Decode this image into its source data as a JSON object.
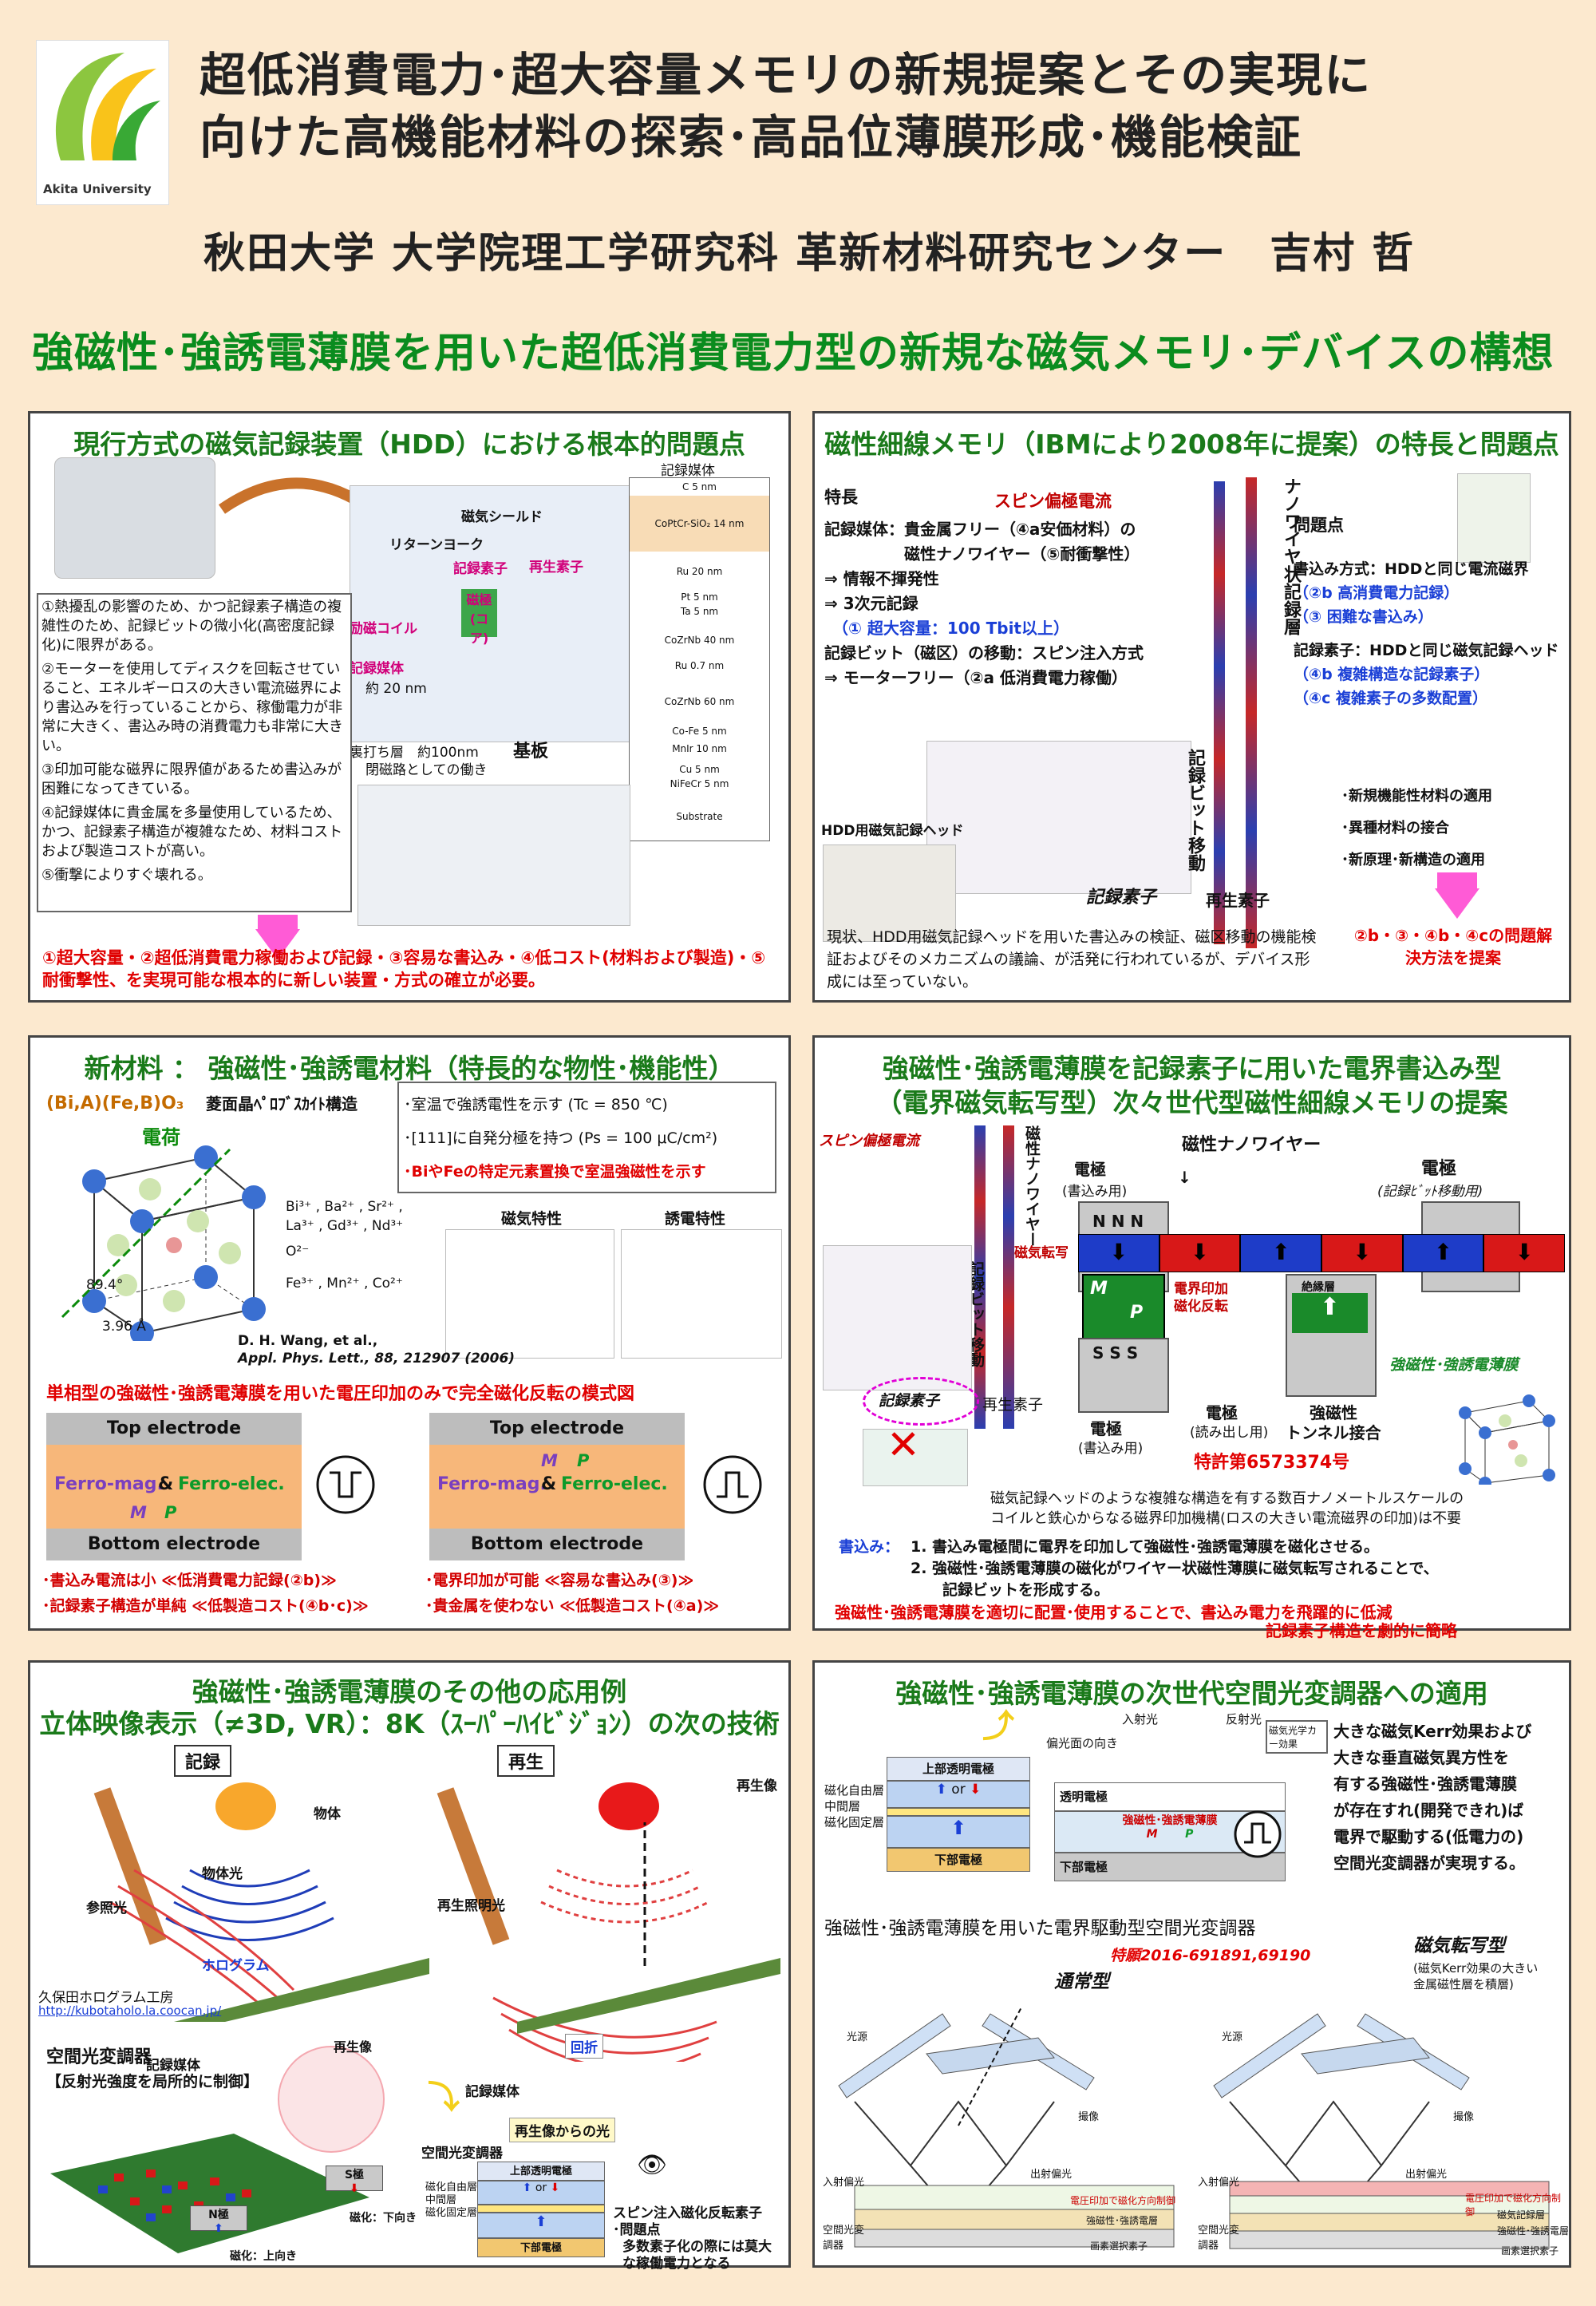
{
  "logo": {
    "text": "Akita University"
  },
  "header": {
    "title_line1": "超低消費電力･超大容量メモリの新規提案とその実現に",
    "title_line2": "向けた高機能材料の探索･高品位薄膜形成･機能検証",
    "author": "秋田大学 大学院理工学研究科 革新材料研究センター　吉村 哲",
    "main_heading": "強磁性･強誘電薄膜を用いた超低消費電力型の新規な磁気メモリ･デバイスの構想"
  },
  "p1": {
    "title": "現行方式の磁気記録装置（HDD）における根本的問題点",
    "labels": {
      "shield": "磁気シールド",
      "return": "リターンヨーク",
      "rec_elem": "記録素子",
      "repro_elem": "再生素子",
      "core": "磁極(コア)",
      "coil": "励磁コイル",
      "media": "記録媒体",
      "width": "約 20 nm",
      "backing": "裏打ち層　約100nm",
      "backing2": "閉磁路としての働き",
      "substrate": "基板",
      "stack_title": "記録媒体"
    },
    "layers": [
      "C 5 nm",
      "CoPtCr-SiO₂ 14 nm",
      "Ru 20 nm",
      "Pt 5 nm",
      "Ta 5 nm",
      "CoZrNb 40 nm",
      "Ru 0.7 nm",
      "CoZrNb 60 nm",
      "Co-Fe 5 nm",
      "MnIr 10 nm",
      "Cu 5 nm",
      "NiFeCr 5 nm",
      "Substrate"
    ],
    "issues": [
      "①熱擾乱の影響のため、かつ記録素子構造の複雑性のため、記録ビットの微小化(高密度記録化)に限界がある。",
      "②モーターを使用してディスクを回転させていること、エネルギーロスの大きい電流磁界により書込みを行っていることから、稼働電力が非常に大きく、書込み時の消費電力も非常に大きい。",
      "③印加可能な磁界に限界値があるため書込みが困難になってきている。",
      "④記録媒体に貴金属を多量使用しているため、かつ、記録素子構造が複雑なため、材料コストおよび製造コストが高い。",
      "⑤衝撃によりすぐ壊れる。"
    ],
    "conclusion": "①超大容量・②超低消費電力稼働および記録・③容易な書込み・④低コスト(材料および製造)・⑤耐衝撃性、を実現可能な根本的に新しい装置・方式の確立が必要。"
  },
  "p2": {
    "title": "磁性細線メモリ（IBMにより2008年に提案）の特長と問題点",
    "features_head": "特長",
    "spin_current": "スピン偏極電流",
    "nanowire": "ナノワイヤ状記録層",
    "features": [
      "記録媒体：貴金属フリー（④a安価材料）の",
      "　　　　　磁性ナノワイヤー（⑤耐衝撃性）",
      "⇒ 情報不揮発性",
      "⇒ 3次元記録",
      "　（① 超大容量：100 Tbit以上）",
      "記録ビット（磁区）の移動：スピン注入方式",
      "⇒ モーターフリー（②a 低消費電力稼働）"
    ],
    "problems_head": "問題点",
    "problems": [
      "書込み方式：HDDと同じ電流磁界",
      "（②b 高消費電力記録）",
      "（③ 困難な書込み）",
      "記録素子：HDDと同じ磁気記録ヘッド",
      "（④b 複雑構造な記録素子）",
      "（④c 複雑素子の多数配置）"
    ],
    "hdd_head": "HDD用磁気記録ヘッド",
    "bit_move": "記録ビット移動",
    "rec_elem": "記録素子",
    "repro_elem": "再生素子",
    "solutions": [
      "･新規機能性材料の適用",
      "･異種材料の接合",
      "･新原理･新構造の適用"
    ],
    "proposal": "②b・③・④b・④cの問題解決方法を提案",
    "status": "現状、HDD用磁気記録ヘッドを用いた書込みの検証、磁区移動の機能検証およびそのメカニズムの議論、が活発に行われているが、デバイス形成には至っていない。"
  },
  "p3": {
    "title": "新材料 ： 強磁性･強誘電材料（特長的な物性･機能性）",
    "formula": "(Bi,A)(Fe,B)O₃",
    "structure": "菱面晶ﾍﾟﾛﾌﾞｽｶｲﾄ構造",
    "charge": "電荷",
    "angle": "89.4°",
    "lattice": "3.96 Å",
    "ions1": "Bi³⁺ , Ba²⁺ , Sr²⁺ ,",
    "ions2": "La³⁺ , Gd³⁺ , Nd³⁺",
    "ions3": "O²⁻",
    "ions4": "Fe³⁺ , Mn²⁺ , Co²⁺",
    "props": [
      "･室温で強誘電性を示す (Tc = 850 ℃)",
      "･[111]に自発分極を持つ (Ps = 100 μC/cm²)",
      "･BiやFeの特定元素置換で室温強磁性を示す"
    ],
    "mag_char": "磁気特性",
    "diel_char": "誘電特性",
    "ref1": "D. H. Wang, et al.,",
    "ref2": "Appl. Phys. Lett., 88, 212907 (2006)",
    "schema_title": "単相型の強磁性･強誘電薄膜を用いた電圧印加のみで完全磁化反転の模式図",
    "top_el": "Top electrode",
    "bot_el": "Bottom electrode",
    "ferro_mag": "Ferro-mag.",
    "amp": "&",
    "ferro_elec": "Ferro-elec.",
    "M": "M",
    "P": "P",
    "merits": [
      "･書込み電流は小 ≪低消費電力記録(②b)≫",
      "･記録素子構造が単純 ≪低製造コスト(④b･c)≫",
      "･電界印加が可能 ≪容易な書込み(③)≫",
      "･貴金属を使わない ≪低製造コスト(④a)≫"
    ]
  },
  "p4": {
    "title1": "強磁性･強誘電薄膜を記録素子に用いた電界書込み型",
    "title2": "（電界磁気転写型）次々世代型磁性細線メモリの提案",
    "spin_current": "スピン偏極電流",
    "nanowire_v": "磁性ナノワイヤー",
    "bit_move": "記録ビット移動",
    "rec_elem": "記録素子",
    "repro_elem": "再生素子",
    "mag_nanowire": "磁性ナノワイヤー",
    "electrode_w": "電極",
    "electrode_w_sub": "(書込み用)",
    "electrode_move": "電極",
    "electrode_move_sub": "(記録ﾋﾞｯﾄ移動用)",
    "mag_transfer": "磁気転写",
    "e_apply": "電界印加",
    "mag_rev": "磁化反転",
    "ferro_film": "強磁性･強誘電薄膜",
    "insulator": "絶縁層",
    "electrode_r": "電極",
    "electrode_r_sub": "(読み出し用)",
    "tunnel": "強磁性",
    "tunnel2": "トンネル接合",
    "electrode_w2": "電極",
    "electrode_w2_sub": "(書込み用)",
    "patent": "特許第6573374号",
    "NNN": "N N N",
    "SSS": "S S S",
    "note1": "磁気記録ヘッドのような複雑な構造を有する数百ナノメートルスケールの",
    "note2": "コイルと鉄心からなる磁界印加機構(ロスの大きい電流磁界の印加)は不要",
    "write_head": "書込み：",
    "write1": "1. 書込み電極間に電界を印加して強磁性･強誘電薄膜を磁化させる。",
    "write2": "2. 強磁性･強誘電薄膜の磁化がワイヤー状磁性薄膜に磁気転写されることで、",
    "write3": "記録ビットを形成する。",
    "conc1": "強磁性･強誘電薄膜を適切に配置･使用することで、書込み電力を飛躍的に低減",
    "conc2": "記録素子構造を劇的に簡略"
  },
  "p5": {
    "title1": "強磁性･強誘電薄膜のその他の応用例",
    "title2": "立体映像表示（≠3D, VR）：8K（ｽｰﾊﾟｰﾊｲﾋﾞｼﾞｮﾝ）の次の技術",
    "rec": "記録",
    "play": "再生",
    "object": "物体",
    "obj_light": "物体光",
    "ref_light": "参照光",
    "hologram": "ホログラム",
    "studio": "久保田ホログラム工房",
    "url": "http://kubotaholo.la.coocan.jp/",
    "medium": "記録媒体",
    "replay_img": "再生像",
    "replay_light": "再生照明光",
    "diffract": "回折",
    "medium2": "記録媒体",
    "from_replay": "再生像からの光",
    "slm": "空間光変調器",
    "slm_title": "空間光変調器",
    "slm_sub": "【反射光強度を局所的に制御】",
    "replay_img2": "再生像",
    "S_pole": "S極",
    "N_pole": "N極",
    "mag_down": "磁化：下向き",
    "mag_up": "磁化：上向き",
    "top_elec": "上部透明電極",
    "free": "磁化自由層",
    "mid": "中間層",
    "fixed": "磁化固定層",
    "bottom": "下部電極",
    "or": "or",
    "spin_elem": "スピン注入磁化反転素子",
    "prob_head": "･問題点",
    "prob_txt": "多数素子化の際には莫大な稼働電力となる"
  },
  "p6": {
    "title": "強磁性･強誘電薄膜の次世代空間光変調器への適用",
    "top_elec": "上部透明電極",
    "free": "磁化自由層",
    "mid": "中間層",
    "fixed": "磁化固定層",
    "bottom": "下部電極",
    "or": "or",
    "trans_elec": "透明電極",
    "film": "強磁性･強誘電薄膜",
    "bottom2": "下部電極",
    "M": "M",
    "P": "P",
    "incident": "入射光",
    "reflect": "反射光",
    "polar": "偏光面の向き",
    "kerr_small": "磁気光学カー効果",
    "desc": [
      "大きな磁気Kerr効果および",
      "大きな垂直磁気異方性を",
      "有する強磁性･強誘電薄膜",
      "が存在すれ(開発できれ)ば",
      "電界で駆動する(低電力の)",
      "空間光変調器が実現する。"
    ],
    "sub_title": "強磁性･強誘電薄膜を用いた電界駆動型空間光変調器",
    "patent": "特願2016-691891,69190",
    "normal": "通常型",
    "transfer": "磁気転写型",
    "transfer_sub1": "(磁気Kerr効果の大きい",
    "transfer_sub2": "金属磁性層を積層)",
    "light_src": "光源",
    "in_polar": "入射偏光",
    "out_polar": "出射偏光",
    "img_sensor": "撮像",
    "voltage_ctrl": "電圧印加で磁化方向制御",
    "slm_left": "空間光変調器",
    "film_left": "強磁性･強誘電層",
    "pixel_sel": "画素選択素子",
    "mag_record": "磁気記録層",
    "film_right": "強磁性･強誘電層",
    "pixel_sel2": "画素選択素子"
  }
}
